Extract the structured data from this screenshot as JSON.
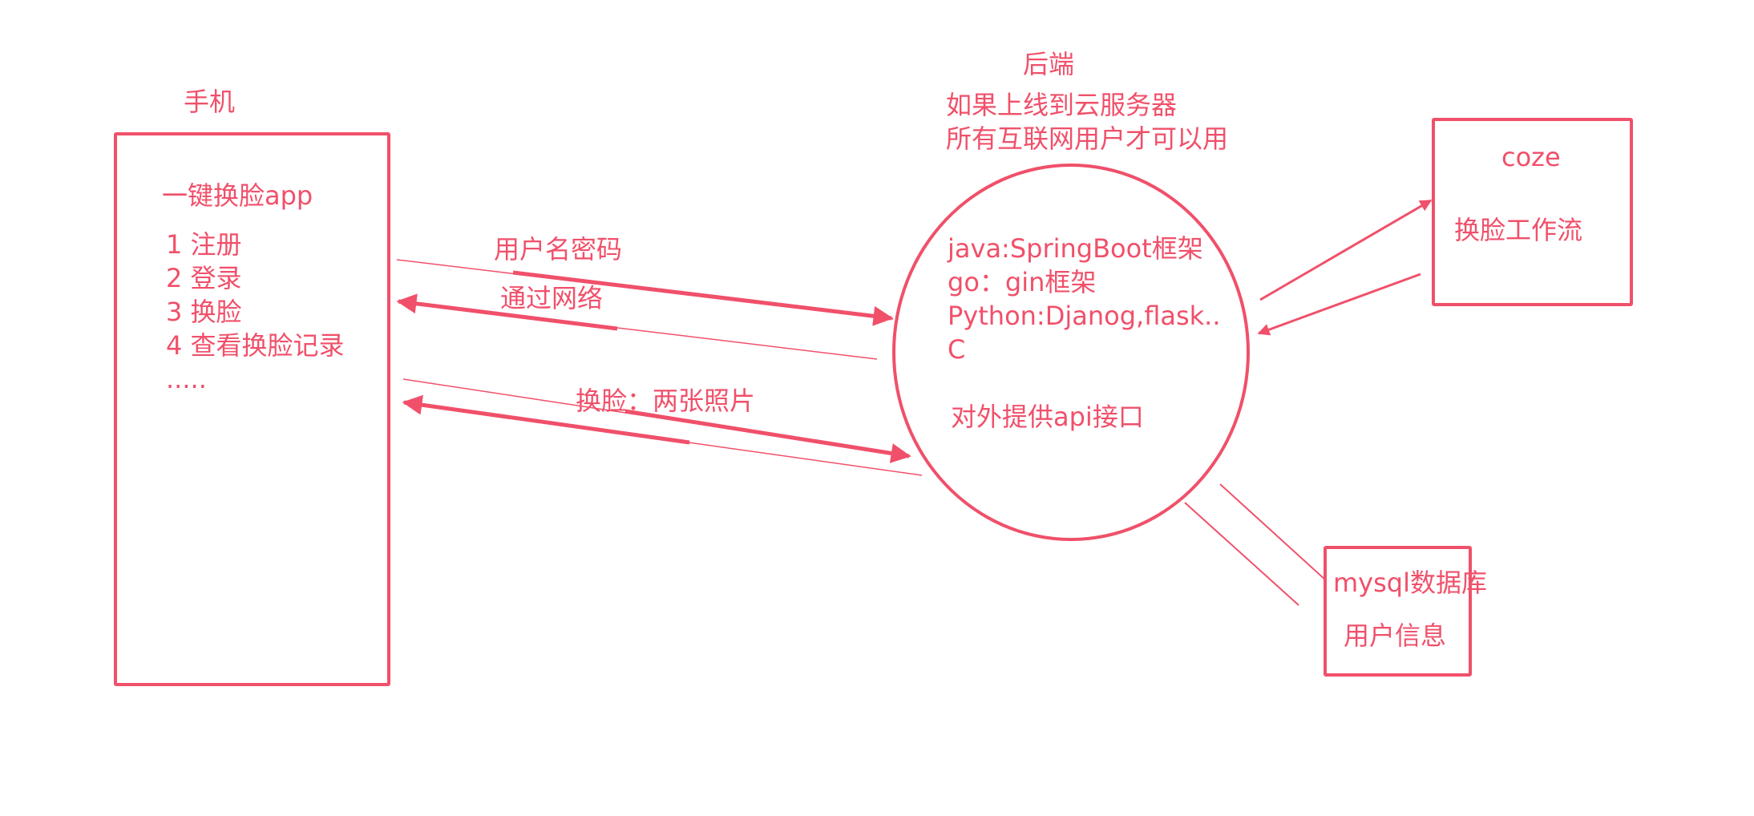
{
  "colors": {
    "stroke": "#f0506a"
  },
  "phone": {
    "label": "手机",
    "app_title": "一键换脸app",
    "features": [
      "1 注册",
      "2 登录",
      "3 换脸",
      "4 查看换脸记录",
      "....."
    ]
  },
  "backend": {
    "label": "后端",
    "note_line1": "如果上线到云服务器",
    "note_line2": "所有互联网用户才可以用",
    "frameworks": [
      "java:SpringBoot框架",
      "go：gin框架",
      "Python:Djanog,flask..",
      "C"
    ],
    "api": "对外提供api接口"
  },
  "arrows": {
    "login_label": "用户名密码",
    "network_label": "通过网络",
    "faceswap_label": "换脸：两张照片"
  },
  "coze": {
    "title": "coze",
    "workflow": "换脸工作流"
  },
  "db": {
    "title": "mysql数据库",
    "content": "用户信息"
  }
}
